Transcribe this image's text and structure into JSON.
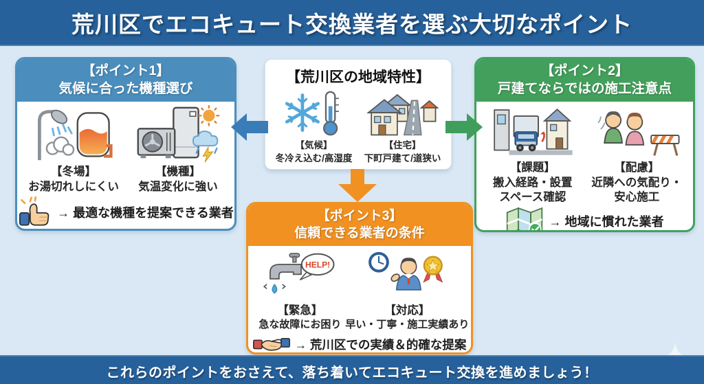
{
  "banner": {
    "title": "荒川区でエコキュート交換業者を選ぶ大切なポイント"
  },
  "footer": {
    "message": "これらのポイントをおさえて、落ち着いてエコキュート交換を進めましょう！"
  },
  "center": {
    "title": "【荒川区の地域特性】",
    "items": [
      {
        "icon": "snowflake-thermometer-icon",
        "label": "【気候】",
        "desc": "冬冷え込む/高湿度"
      },
      {
        "icon": "downtown-houses-road-icon",
        "label": "【住宅】",
        "desc": "下町戸建て/道狭い"
      }
    ]
  },
  "point1": {
    "title_line1": "【ポイント1】",
    "title_line2": "気候に合った機種選び",
    "items": [
      {
        "icon": "shower-hot-water-tank-icon",
        "label": "【冬場】",
        "desc": "お湯切れしにくい"
      },
      {
        "icon": "heat-pump-weather-icon",
        "label": "【機種】",
        "desc": "気温変化に強い"
      }
    ],
    "conclusion": "→ 最適な機種を提案できる業者"
  },
  "point2": {
    "title_line1": "【ポイント2】",
    "title_line2": "戸建てならではの施工注意点",
    "items": [
      {
        "icon": "delivery-truck-houses-icon",
        "label": "【課題】",
        "desc": "搬入経路・設置\nスペース確認"
      },
      {
        "icon": "bowing-neighbors-icon",
        "label": "【配慮】",
        "desc": "近隣への気配り・\n安心施工"
      }
    ],
    "conclusion": "→ 地域に慣れた業者"
  },
  "point3": {
    "title_line1": "【ポイント3】",
    "title_line2": "信頼できる業者の条件",
    "help_label": "HELP!",
    "items": [
      {
        "icon": "broken-faucet-icon",
        "label": "【緊急】",
        "desc": "急な故障にお困り"
      },
      {
        "icon": "clock-staff-medal-icon",
        "label": "【対応】",
        "desc": "早い・丁寧・施工実績あり"
      }
    ],
    "conclusion": "→ 荒川区での実績＆的確な提案"
  },
  "colors": {
    "banner_bg": "#26619b",
    "background": "#d9e8f4",
    "point1_accent": "#4b8ebd",
    "point2_accent": "#43a05c",
    "point3_accent": "#f09122",
    "arrow_blue": "#3a7cb8",
    "arrow_green": "#3f9e5b",
    "arrow_orange": "#f09122"
  }
}
